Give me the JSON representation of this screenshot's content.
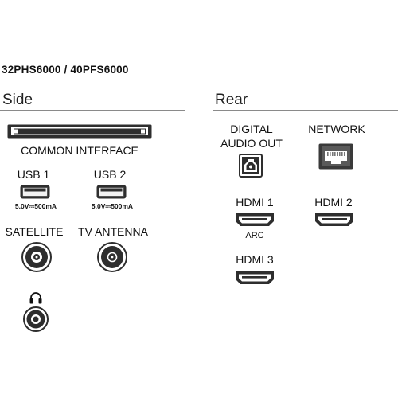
{
  "header": {
    "model": "32PHS6000 / 40PFS6000"
  },
  "side": {
    "title": "Side",
    "common_interface": "COMMON INTERFACE",
    "usb1": {
      "label": "USB 1",
      "rating": "5.0V⎓500mA"
    },
    "usb2": {
      "label": "USB 2",
      "rating": "5.0V⎓500mA"
    },
    "satellite": "SATELLITE",
    "tv_antenna": "TV ANTENNA",
    "headphone_icon": "headphone-icon"
  },
  "rear": {
    "title": "Rear",
    "digital_audio_out": {
      "line1": "DIGITAL",
      "line2": "AUDIO OUT"
    },
    "network": "NETWORK",
    "hdmi1": {
      "label": "HDMI 1",
      "note": "ARC"
    },
    "hdmi2": {
      "label": "HDMI 2"
    },
    "hdmi3": {
      "label": "HDMI 3"
    }
  },
  "colors": {
    "port_dark": "#2e2e2e",
    "rule": "#8a8a8a"
  }
}
